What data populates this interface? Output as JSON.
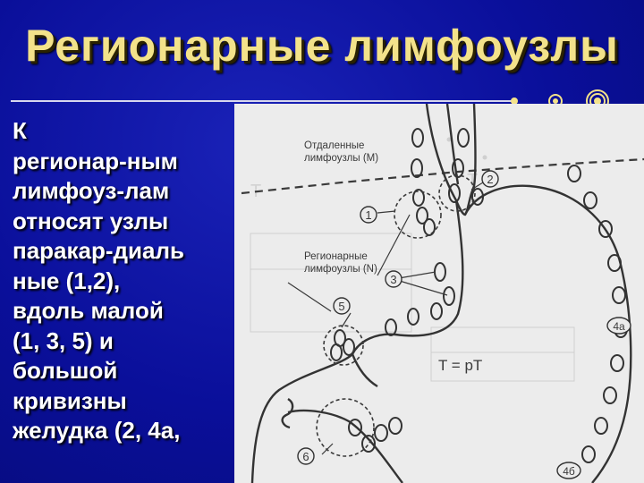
{
  "slide": {
    "title": "Регионарные лимфоузлы",
    "body_lines": [
      "К",
      "регионар-ным",
      "лимфоуз-лам",
      "относят узлы",
      "паракар-диаль",
      "ные (1,2),",
      "вдоль малой",
      "(1, 3, 5) и",
      "большой",
      "кривизны",
      "желудка (2, 4а,"
    ]
  },
  "diagram": {
    "distant_label": [
      "Отдаленные",
      "лимфоузлы (М)"
    ],
    "regional_label": [
      "Регионарные",
      "лимфоузлы (N)"
    ],
    "node_numbers": {
      "n1": "1",
      "n2": "2",
      "n3": "3",
      "n5": "5",
      "n6": "6",
      "n4a": "4а",
      "n4b": "4б"
    },
    "formula": "T = pT"
  },
  "colors": {
    "background": "#0a0f9a",
    "title": "#f3e28a",
    "body_text": "#ffffff",
    "figure_bg": "#ececec"
  }
}
